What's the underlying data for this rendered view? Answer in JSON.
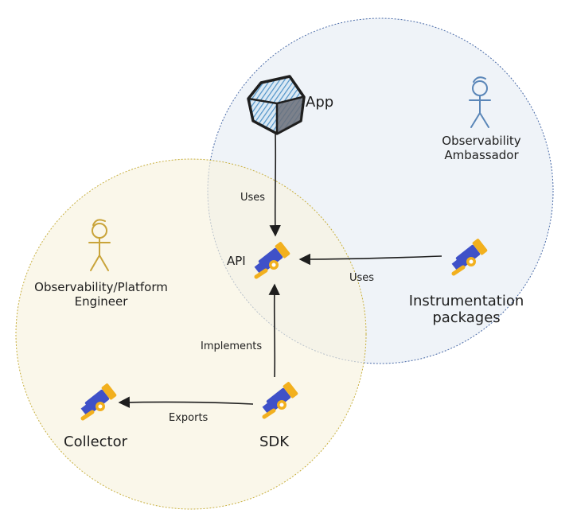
{
  "nodes": {
    "app": {
      "label": "App",
      "icon": "app-cube-icon"
    },
    "api": {
      "label": "API",
      "icon": "telescope-icon"
    },
    "sdk": {
      "label": "SDK",
      "icon": "telescope-icon"
    },
    "collector": {
      "label": "Collector",
      "icon": "telescope-icon"
    },
    "instrumentation": {
      "line1": "Instrumentation",
      "line2": "packages",
      "icon": "telescope-icon"
    }
  },
  "roles": {
    "ambassador": {
      "line1": "Observability",
      "line2": "Ambassador",
      "icon": "person-icon"
    },
    "engineer": {
      "line1": "Observability/Platform",
      "line2": "Engineer",
      "icon": "person-icon"
    }
  },
  "edges": {
    "app_api": "Uses",
    "instr_api": "Uses",
    "sdk_api": "Implements",
    "sdk_collector": "Exports"
  },
  "colors": {
    "ambassador_zone": "#4a6ba8",
    "engineer_zone": "#c8b040",
    "ambassador_person": "#5a86b8",
    "engineer_person": "#c9a43a",
    "telescope_blue": "#3f51c8",
    "telescope_gold": "#f2b01e",
    "app_fill": "#4f93c8",
    "ink": "#1e1e1e"
  }
}
